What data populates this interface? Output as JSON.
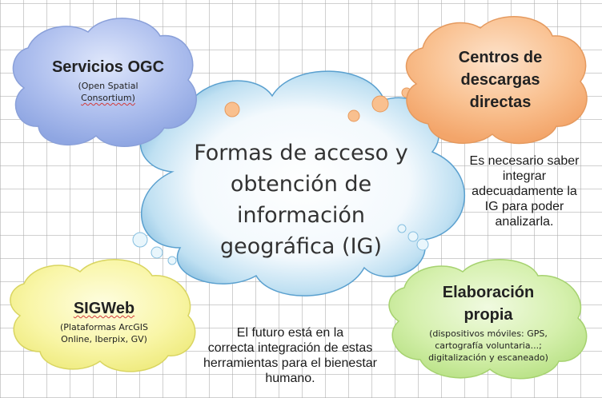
{
  "central": {
    "lines": [
      "Formas de acceso y",
      "obtención de",
      "información",
      "geográfica (IG)"
    ]
  },
  "ogc": {
    "title": "Servicios OGC",
    "sub": [
      "(Open Spatial",
      "Consortium)"
    ]
  },
  "descargas": {
    "title": [
      "Centros de",
      "descargas",
      "directas"
    ]
  },
  "sigweb": {
    "title": "SIGWeb",
    "sub": [
      "(Plataformas ArcGIS",
      "Online, Iberpix, GV)"
    ]
  },
  "elaboracion": {
    "title": [
      "Elaboración",
      "propia"
    ],
    "sub": [
      "(dispositivos móviles: GPS,",
      "cartografía voluntaria...;",
      "digitalización y escaneado)"
    ]
  },
  "note_right": {
    "lines": [
      "Es necesario saber",
      "integrar",
      "adecuadamente la",
      "IG para poder",
      "analizarla."
    ]
  },
  "note_bottom": {
    "lines": [
      "El futuro está en la",
      "correcta integración de estas",
      "herramientas para el bienestar",
      "humano."
    ]
  },
  "colors": {
    "blue_cloud": "#9fb5ea",
    "orange_cloud": "#f7b57f",
    "yellow_cloud": "#f7f49e",
    "green_cloud": "#cdeca0",
    "central_cloud": "#8fc6e4"
  }
}
